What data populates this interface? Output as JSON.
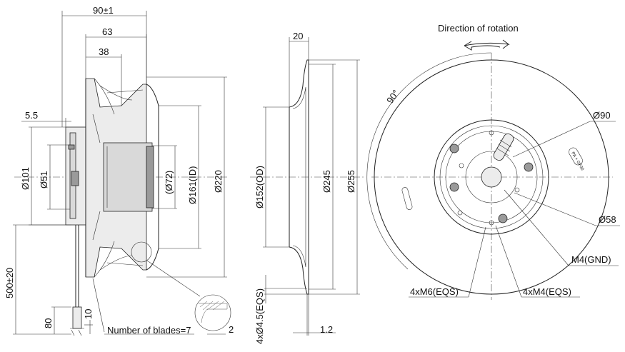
{
  "side_view": {
    "dim_overall_depth": "90±1",
    "dim_depth_63": "63",
    "dim_depth_38": "38",
    "dim_offset": "5.5",
    "dim_dia_101": "Ø101",
    "dim_dia_51": "Ø51",
    "dim_dia_72": "(Ø72)",
    "dim_dia_161": "Ø161(ID)",
    "dim_dia_220": "Ø220",
    "dim_cable_length": "500±20",
    "dim_cable_80": "80",
    "dim_cable_10": "10",
    "dim_detail_2": "2",
    "blades_note": "Number of blades=7"
  },
  "inlet_ring_view": {
    "dim_width_20": "20",
    "dim_dia_152": "Ø152(OD)",
    "dim_dia_245": "Ø245",
    "dim_dia_255": "Ø255",
    "dim_holes": "4xØ4.5(EQS)",
    "dim_thickness": "1.2"
  },
  "front_view": {
    "rotation_label": "Direction of rotation",
    "angle_label": "90°",
    "dim_dia_90": "Ø90",
    "dim_dia_58": "Ø58",
    "ground_label": "M4(GND)",
    "thread_m6": "4xM6(EQS)",
    "thread_m4": "4xM4(EQS)",
    "badge_text": "PA + GF30"
  }
}
